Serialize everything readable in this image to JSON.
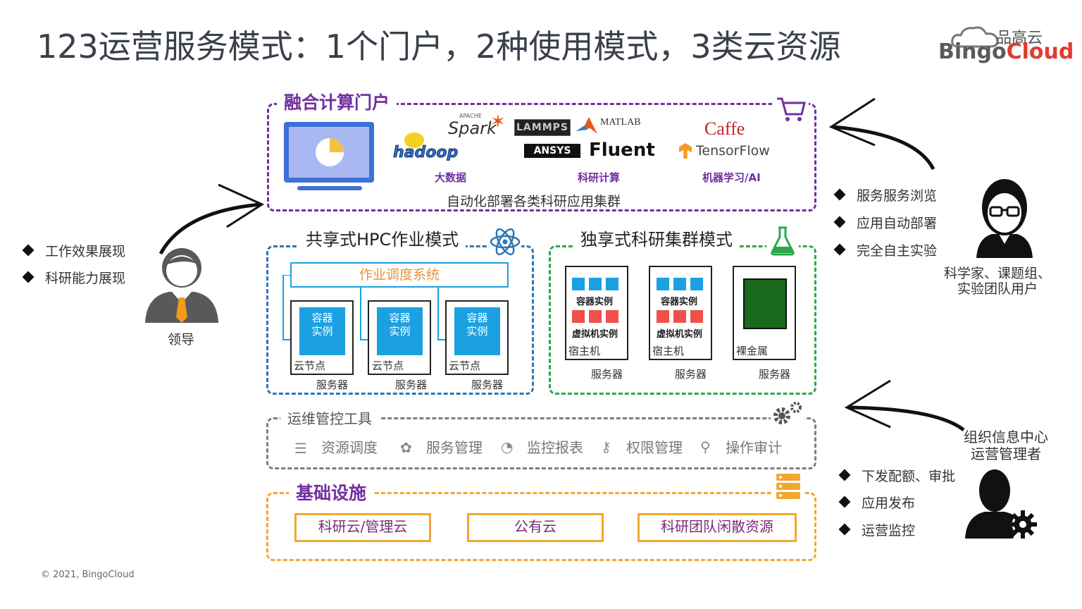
{
  "title": "123运营服务模式：1个门户，2种使用模式，3类云资源",
  "logo": {
    "cn": "品高云",
    "en_part1": "Bingo",
    "en_part2": "Cloud"
  },
  "portal": {
    "label": "融合计算门户",
    "logos": {
      "hadoop": "hadoop",
      "spark_small": "APACHE",
      "spark": "Spark",
      "lammps": "LAMMPS",
      "matlab": "MATLAB",
      "ansys": "ANSYS",
      "fluent": "Fluent",
      "caffe": "Caffe",
      "tensorflow": "TensorFlow"
    },
    "categories": [
      "大数据",
      "科研计算",
      "机器学习/AI"
    ],
    "caption": "自动化部署各类科研应用集群"
  },
  "hpc": {
    "label": "共享式HPC作业模式",
    "scheduler": "作业调度系统",
    "nodes": [
      {
        "container": "容器实例",
        "node": "云节点",
        "server": "服务器"
      },
      {
        "container": "容器实例",
        "node": "云节点",
        "server": "服务器"
      },
      {
        "container": "容器实例",
        "node": "云节点",
        "server": "服务器"
      }
    ]
  },
  "dedicated": {
    "label": "独享式科研集群模式",
    "servers": [
      {
        "container": "容器实例",
        "vm": "虚拟机实例",
        "host": "宿主机",
        "server": "服务器"
      },
      {
        "container": "容器实例",
        "vm": "虚拟机实例",
        "host": "宿主机",
        "server": "服务器"
      },
      {
        "host": "裸金属",
        "server": "服务器"
      }
    ]
  },
  "ops": {
    "label": "运维管控工具",
    "tools": [
      "资源调度",
      "服务管理",
      "监控报表",
      "权限管理",
      "操作审计"
    ]
  },
  "infra": {
    "label": "基础设施",
    "items": [
      "科研云/管理云",
      "公有云",
      "科研团队闲散资源"
    ]
  },
  "leader": {
    "bullets": [
      "工作效果展现",
      "科研能力展现"
    ],
    "name": "领导"
  },
  "scientist": {
    "bullets": [
      "服务服务浏览",
      "应用自动部署",
      "完全自主实验"
    ],
    "name_line1": "科学家、课题组、",
    "name_line2": "实验团队用户"
  },
  "admin": {
    "name_line1": "组织信息中心",
    "name_line2": "运营管理者",
    "bullets": [
      "下发配额、审批",
      "应用发布",
      "运营监控"
    ]
  },
  "footer": "© 2021, BingoCloud",
  "colors": {
    "purple": "#7030a0",
    "blue": "#2e75b6",
    "green": "#2ca84a",
    "gray": "#7f7f7f",
    "orange": "#f0a830",
    "container": "#1ba1e2",
    "red": "#f0504a"
  }
}
